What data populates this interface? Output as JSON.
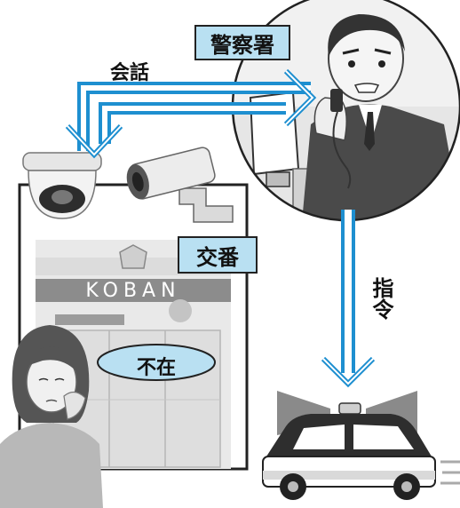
{
  "labels": {
    "conversation": "会話",
    "police_station": "警察署",
    "koban": "交番",
    "koban_sign": "KOBAN",
    "absent": "不在",
    "instruction": "指令"
  },
  "colors": {
    "arrow_blue": "#1e8fd0",
    "label_bg": "#b9e0f2",
    "building_frame": "#222222",
    "gray_dark": "#4a4a4a",
    "gray_mid": "#9a9a9a",
    "gray_light": "#e2e2e2"
  },
  "icons": [
    "dome-camera-icon",
    "bullet-camera-icon",
    "police-officer-icon",
    "police-car-icon",
    "woman-icon"
  ]
}
